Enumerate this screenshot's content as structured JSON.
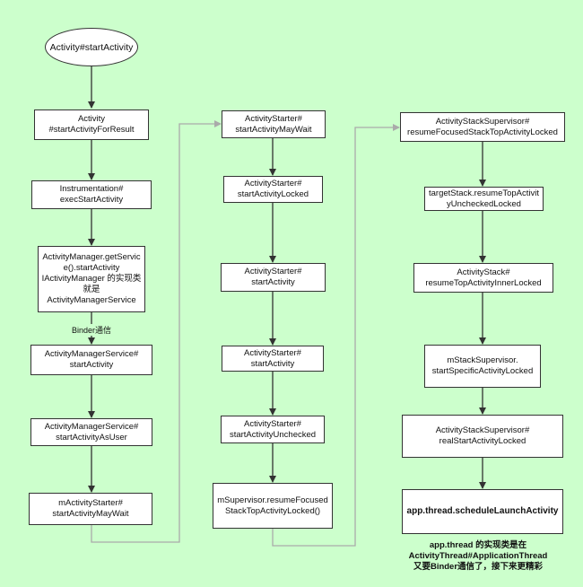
{
  "diagram": {
    "start": "Activity#startActivity",
    "col1": {
      "n1": "Activity\n#startActivityForResult",
      "n2": "Instrumentation#\nexecStartActivity",
      "n3": "ActivityManager.getService().startActivity\nIActivityManager 的实现类就是\nActivityManagerService",
      "edge_label": "Binder通信",
      "n4": "ActivityManagerService#\nstartActivity",
      "n5": "ActivityManagerService#\nstartActivityAsUser",
      "n6": "mActivityStarter#\nstartActivityMayWait"
    },
    "col2": {
      "n1": "ActivityStarter#\nstartActivityMayWait",
      "n2": "ActivityStarter#\nstartActivityLocked",
      "n3": "ActivityStarter#\nstartActivity",
      "n4": "ActivityStarter#\nstartActivity",
      "n5": "ActivityStarter#\nstartActivityUnchecked",
      "n6": "mSupervisor.resumeFocusedStackTopActivityLocked()"
    },
    "col3": {
      "n1": "ActivityStackSupervisor#\nresumeFocusedStackTopActivityLocked",
      "n2": "targetStack.resumeTopActivityUncheckedLocked",
      "n3": "ActivityStack#\nresumeTopActivityInnerLocked",
      "n4": "mStackSupervisor.\nstartSpecificActivityLocked",
      "n5": "ActivityStackSupervisor#\nrealStartActivityLocked",
      "n6": "app.thread.scheduleLaunchActivity",
      "note": "app.thread 的实现类是在\nActivityThread#ApplicationThread\n又要Binder通信了，接下来更精彩"
    }
  },
  "colors": {
    "background": "#ccffcc",
    "arrow_main": "#333333",
    "arrow_connector": "#aaaaaa"
  }
}
